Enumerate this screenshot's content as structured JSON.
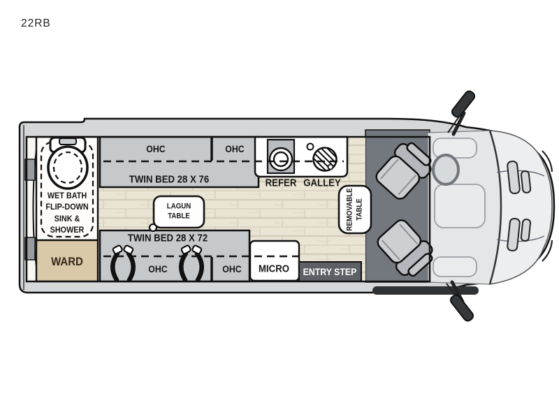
{
  "title": "22RB",
  "colors": {
    "body_gray": "#d5d7d9",
    "cabinet_gray": "#c6c9cb",
    "wood_floor": "#eae4d5",
    "ward_tan": "#d9c9a8",
    "cab_floor_dark": "#73787f",
    "entry_step_bg": "#5d6166",
    "seat_gray": "#ccd0d3",
    "outline_black": "#111111"
  },
  "labels": {
    "ohc_top_left": "OHC",
    "ohc_top_right": "OHC",
    "twin_bed_top": "TWIN BED 28 X 76",
    "refer": "REFER",
    "galley": "GALLEY",
    "twin_bed_bottom": "TWIN BED 28 X 72",
    "ohc_bottom_left": "OHC",
    "ohc_bottom_right": "OHC",
    "micro": "MICRO",
    "entry_step": "ENTRY STEP",
    "ward": "WARD",
    "wet_bath_lines": [
      "WET BATH",
      "FLIP-DOWN",
      "SINK &",
      "SHOWER"
    ],
    "lagun_table_lines": [
      "LAGUN",
      "TABLE"
    ],
    "removable_table_lines": [
      "REMOVABLE",
      "TABLE"
    ]
  },
  "icons": [
    "toilet-icon",
    "shower-enclosure-icon",
    "refrigerator-icon",
    "sink-icon",
    "seatbelt-hook-icon",
    "driver-seat-icon",
    "passenger-seat-icon",
    "side-mirror-icon",
    "lagun-pivot-icon"
  ]
}
